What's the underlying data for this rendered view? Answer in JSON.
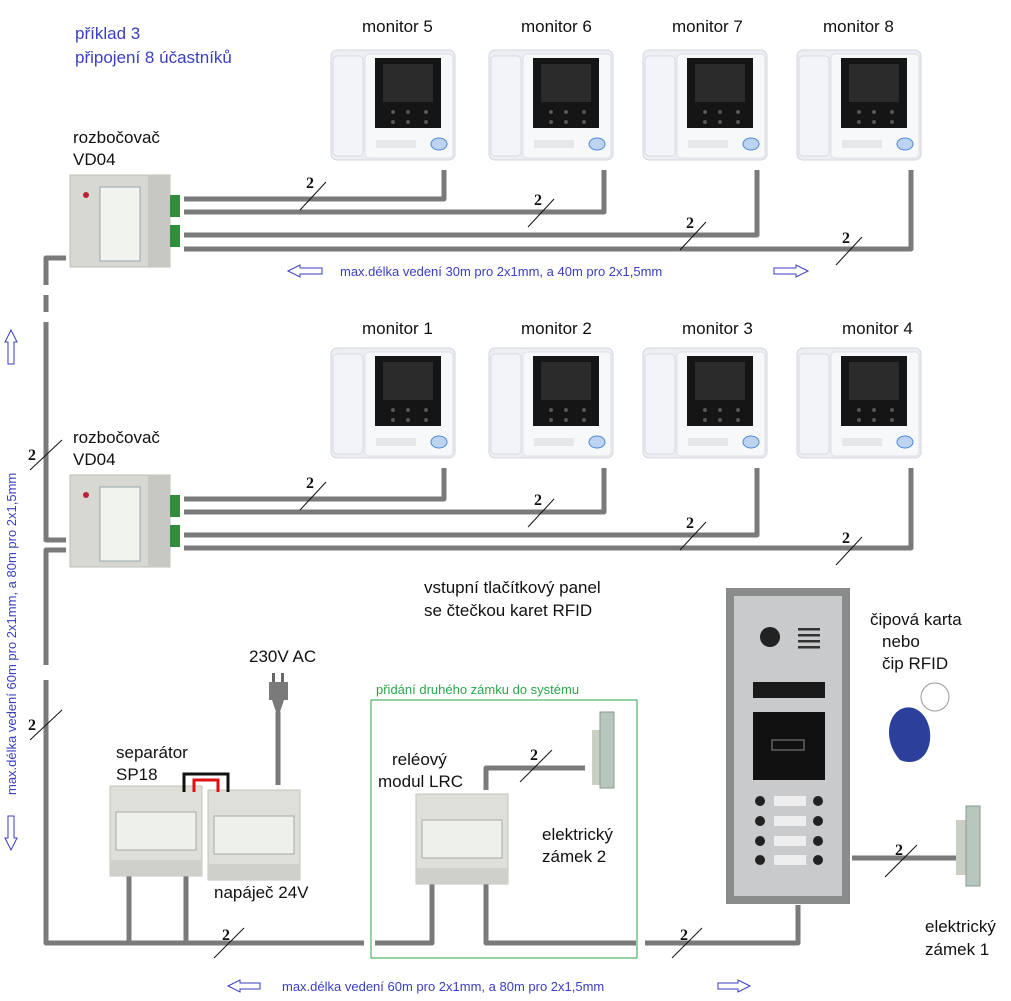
{
  "title": {
    "line1": "příklad 3",
    "line2": "připojení 8 účastníků"
  },
  "monitors_top": [
    "monitor 5",
    "monitor 6",
    "monitor 7",
    "monitor 8"
  ],
  "monitors_bottom": [
    "monitor 1",
    "monitor  2",
    "monitor 3",
    "monitor 4"
  ],
  "splitter_top": {
    "line1": "rozbočovač",
    "line2": "VD04"
  },
  "splitter_bottom": {
    "line1": "rozbočovač",
    "line2": "VD04"
  },
  "wire_count_label": "2",
  "notes": {
    "top_length": "max.délka vedení 30m pro 2x1mm, a 40m pro 2x1,5mm",
    "vertical_length": "max.délka vedení 60m pro 2x1mm, a 80m pro 2x1,5mm",
    "bottom_length": "max.délka vedení 60m pro 2x1mm, a 80m pro 2x1,5mm"
  },
  "power": {
    "label": "230V AC"
  },
  "separator": {
    "line1": "separátor",
    "line2": "SP18"
  },
  "psu": {
    "label": "napáječ 24V"
  },
  "second_lock_box": {
    "label": "přidání druhého zámku do systému"
  },
  "relay": {
    "line1": "reléový",
    "line2": "modul LRC"
  },
  "lock2": {
    "line1": "elektrický",
    "line2": "zámek 2"
  },
  "lock1": {
    "line1": "elektrický",
    "line2": "zámek 1"
  },
  "door_panel": {
    "line1": "vstupní tlačítkový panel",
    "line2": "se čtečkou karet RFID"
  },
  "rfid": {
    "line1": "čipová karta",
    "line2": "nebo",
    "line3": "čip RFID"
  },
  "colors": {
    "note_blue": "#3a3ec0",
    "box_green": "#2aa64a",
    "wire_gray": "#7a7a7a",
    "rfid_blue": "#2c3f9a"
  }
}
